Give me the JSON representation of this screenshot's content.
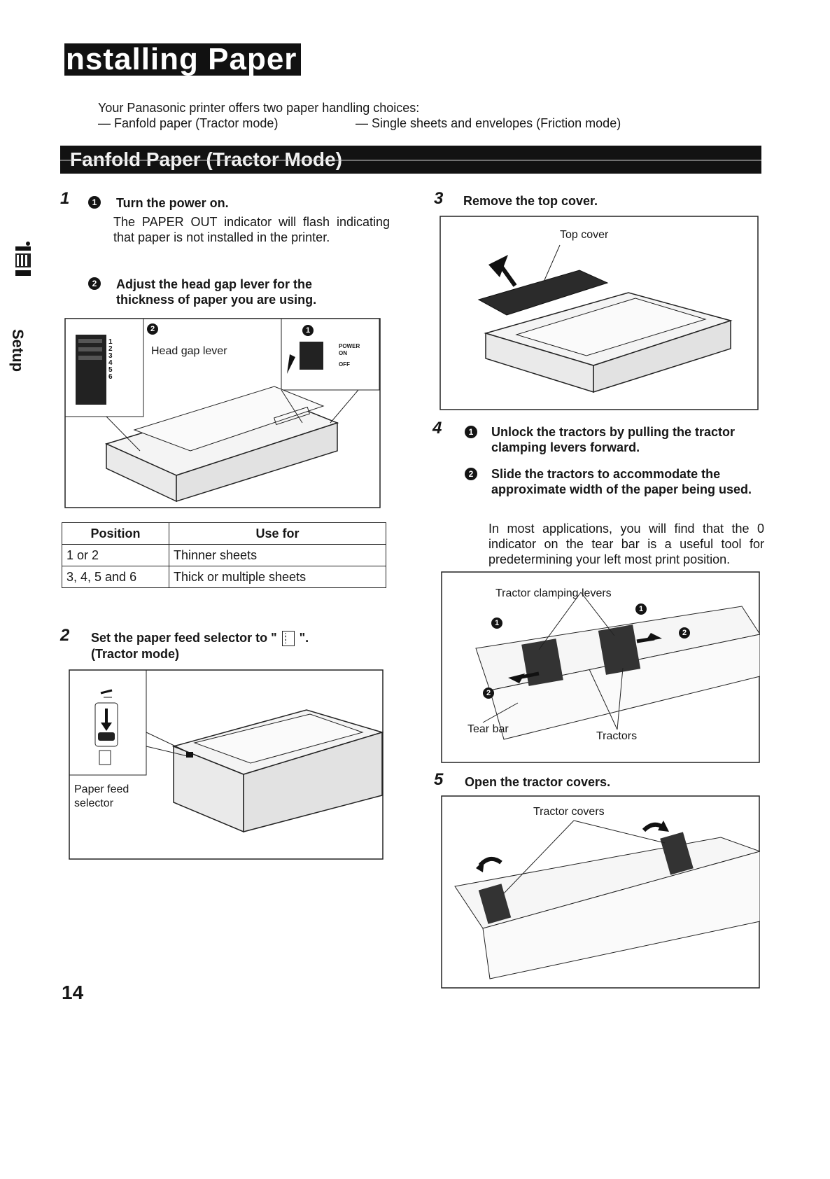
{
  "page": {
    "title": "nstalling Paper",
    "intro": "Your Panasonic printer offers two paper handling choices:",
    "choice_1": "— Fanfold paper (Tractor mode)",
    "choice_2": "— Single sheets and envelopes (Friction mode)",
    "section_title": "Fanfold Paper (Tractor Mode)",
    "side_tab": "Setup",
    "page_number": "14"
  },
  "step1": {
    "number": "1",
    "sub1_bold": "Turn the power on.",
    "sub1_body": "The PAPER OUT indicator will flash indicating that paper is not installed in the printer.",
    "sub2_bold": "Adjust the head gap lever for the thickness of paper you are using.",
    "fig_label_head_gap": "Head gap lever",
    "fig_power": "POWER",
    "fig_on": "ON",
    "fig_off": "OFF",
    "lever_numbers": [
      "1",
      "2",
      "3",
      "4",
      "5",
      "6"
    ]
  },
  "table": {
    "headers": [
      "Position",
      "Use for"
    ],
    "rows": [
      [
        "1 or 2",
        "Thinner sheets"
      ],
      [
        "3, 4, 5 and 6",
        "Thick or multiple sheets"
      ]
    ]
  },
  "step2": {
    "number": "2",
    "text_a": "Set the paper feed selector to \"",
    "text_b": "\".",
    "text_c": "(Tractor mode)",
    "fig_label": "Paper feed selector"
  },
  "step3": {
    "number": "3",
    "text": "Remove the top cover.",
    "fig_label": "Top cover"
  },
  "step4": {
    "number": "4",
    "sub1_bold": "Unlock the tractors by pulling the tractor clamping levers forward.",
    "sub2_bold": "Slide the tractors to accommodate the approximate width of the paper being used.",
    "body": "In most applications, you will find that the 0 indicator on the tear bar is a useful tool for predetermining your left most print position.",
    "fig_label_levers": "Tractor clamping levers",
    "fig_label_tear_bar": "Tear bar",
    "fig_label_tractors": "Tractors"
  },
  "step5": {
    "number": "5",
    "text": "Open the tractor covers.",
    "fig_label": "Tractor covers"
  }
}
